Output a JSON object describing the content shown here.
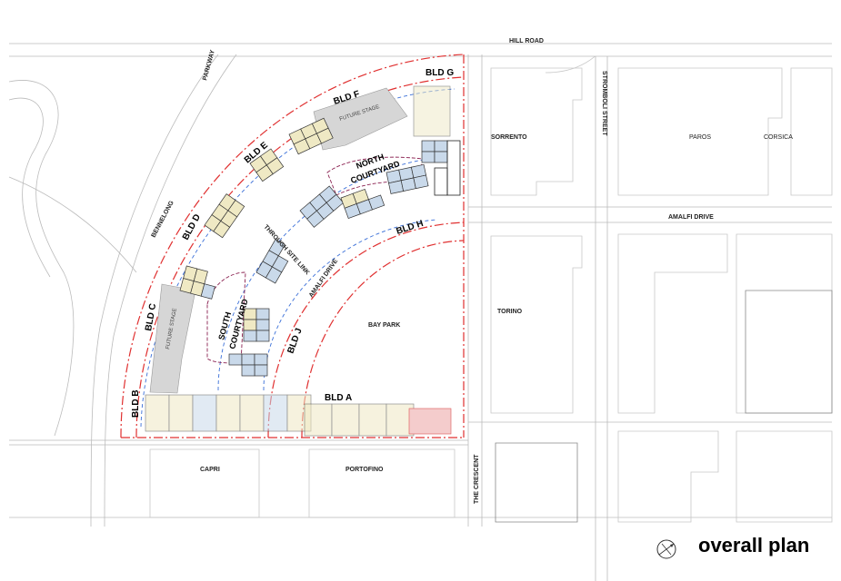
{
  "title": "overall plan",
  "roads": {
    "hill_road": "HILL ROAD",
    "stromboli_street": "STROMBOLI STREET",
    "amalfi_drive_east": "AMALFI DRIVE",
    "amalfi_drive_arc": "AMALFI DRIVE",
    "parkway": "PARKWAY",
    "bennelong": "BENNELONG",
    "the_crescent": "THE CRESCENT",
    "through_site_link": "THROUGH SITE LINK"
  },
  "neighbours": {
    "sorrento": "SORRENTO",
    "paros": "PAROS",
    "corsica": "CORSICA",
    "torino": "TORINO",
    "capri": "CAPRI",
    "portofino": "PORTOFINO",
    "bay_park": "BAY PARK"
  },
  "buildings": {
    "a": "BLD A",
    "b": "BLD B",
    "c": "BLD C",
    "d": "BLD D",
    "e": "BLD E",
    "f": "BLD F",
    "g": "BLD G",
    "h": "BLD H",
    "j": "BLD J"
  },
  "spaces": {
    "north_courtyard_1": "NORTH",
    "north_courtyard_2": "COURTYARD",
    "south_courtyard_1": "SOUTH",
    "south_courtyard_2": "COURTYARD",
    "future_stage_north": "FUTURE STAGE",
    "future_stage_south": "FUTURE STAGE"
  },
  "colors": {
    "site_boundary": "#e03030",
    "setback": "#3a6fd8",
    "courtyard": "#8a2050",
    "unit_yellow": "#efe9c4",
    "unit_blue": "#c9d9ea"
  }
}
